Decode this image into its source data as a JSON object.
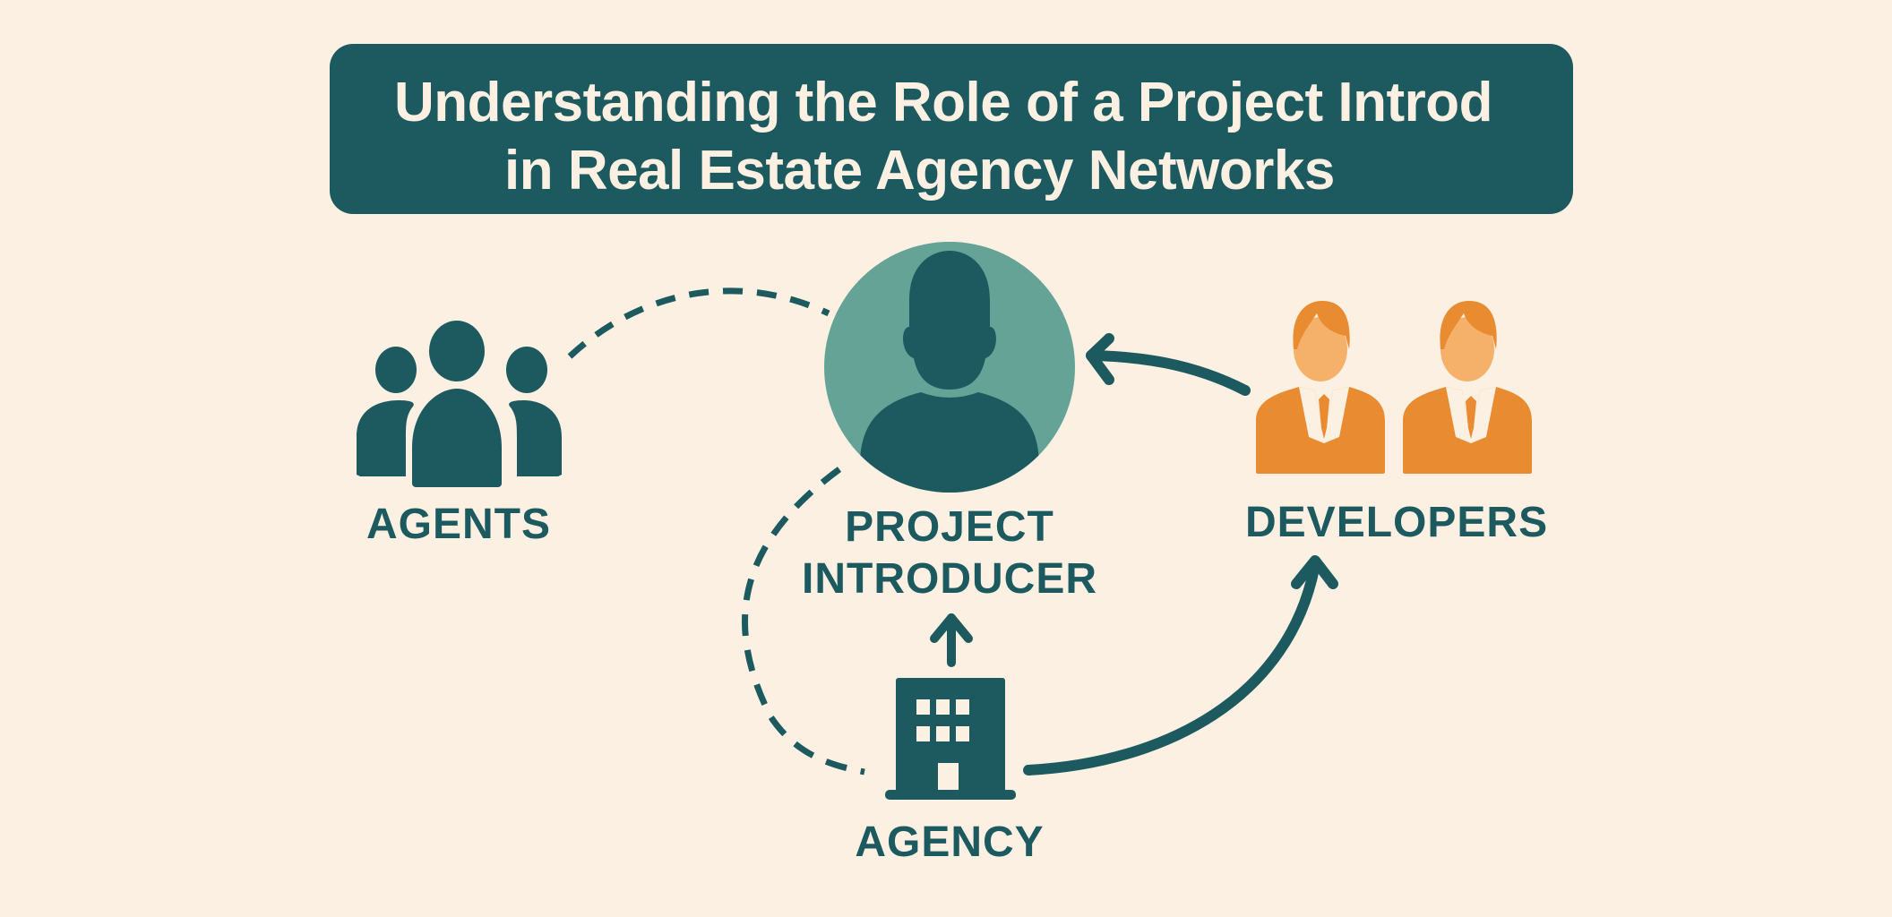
{
  "title": {
    "line1": "Understanding the Role of a Project Introd",
    "line2": "in Real Estate Agency Networks"
  },
  "nodes": {
    "agents": {
      "label": "AGENTS",
      "icon": "group-people-icon"
    },
    "introducer": {
      "label_line1": "PROJECT",
      "label_line2": "INTRODUCER",
      "icon": "person-circle-icon"
    },
    "developers": {
      "label": "DEVELOPERS",
      "icon": "businessmen-icon"
    },
    "agency": {
      "label": "AGENCY",
      "icon": "office-building-icon"
    }
  },
  "connections": [
    {
      "from": "agents",
      "to": "introducer",
      "style": "dashed"
    },
    {
      "from": "developers",
      "to": "introducer",
      "style": "solid-arrow"
    },
    {
      "from": "agency",
      "to": "introducer",
      "style": "solid-arrow"
    },
    {
      "from": "agency",
      "to": "developers",
      "style": "solid-arrow"
    },
    {
      "from": "introducer",
      "to": "agency",
      "style": "dashed"
    }
  ],
  "colors": {
    "background": "#fbf0e2",
    "teal_dark": "#1d5a60",
    "teal_light": "#65a397",
    "orange": "#e98b30",
    "skin": "#f5b06a"
  }
}
